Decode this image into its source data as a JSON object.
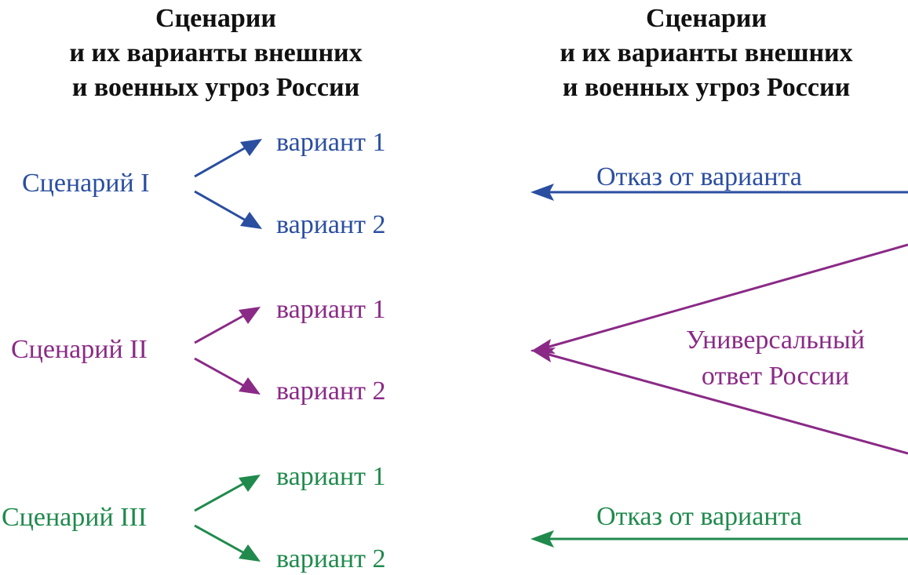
{
  "colors": {
    "scenario_1": "#2a4ea0",
    "scenario_2": "#8a2a86",
    "scenario_3": "#1f8a4c",
    "title": "#111111"
  },
  "left_title": {
    "lines": [
      "Сценарии",
      "и их варианты внешних",
      "и военных угроз России"
    ]
  },
  "right_title": {
    "lines": [
      "Сценарии",
      "и их варианты внешних",
      "и военных угроз России"
    ]
  },
  "scenarios": [
    {
      "label": "Сценарий I",
      "variant_1": "вариант 1",
      "variant_2": "вариант 2"
    },
    {
      "label": "Сценарий II",
      "variant_1": "вариант 1",
      "variant_2": "вариант 2"
    },
    {
      "label": "Сценарий III",
      "variant_1": "вариант 1",
      "variant_2": "вариант 2"
    }
  ],
  "responses": {
    "top": "Отказ от варианта",
    "middle_lines": [
      "Универсальный",
      "ответ России"
    ],
    "bottom": "Отказ от варианта"
  }
}
